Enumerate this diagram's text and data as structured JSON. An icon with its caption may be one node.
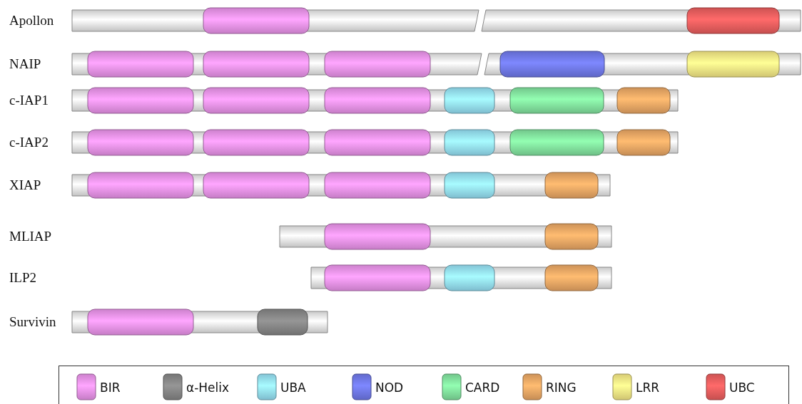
{
  "diagram": {
    "labels": [
      "Apollon",
      "NAIP",
      "c-IAP1",
      "c-IAP2",
      "XIAP",
      "MLIAP",
      "ILP2",
      "Survivin"
    ],
    "legend": [
      {
        "text": "BIR",
        "color": "#e08de0"
      },
      {
        "text": "α-Helix",
        "color": "#808080"
      },
      {
        "text": "UBA",
        "color": "#8fd6ea"
      },
      {
        "text": "NOD",
        "color": "#6b74e0"
      },
      {
        "text": "CARD",
        "color": "#7dd898"
      },
      {
        "text": "RING",
        "color": "#e0a060"
      },
      {
        "text": "LRR",
        "color": "#ecdf80"
      },
      {
        "text": "UBC",
        "color": "#e05a5a"
      }
    ]
  }
}
